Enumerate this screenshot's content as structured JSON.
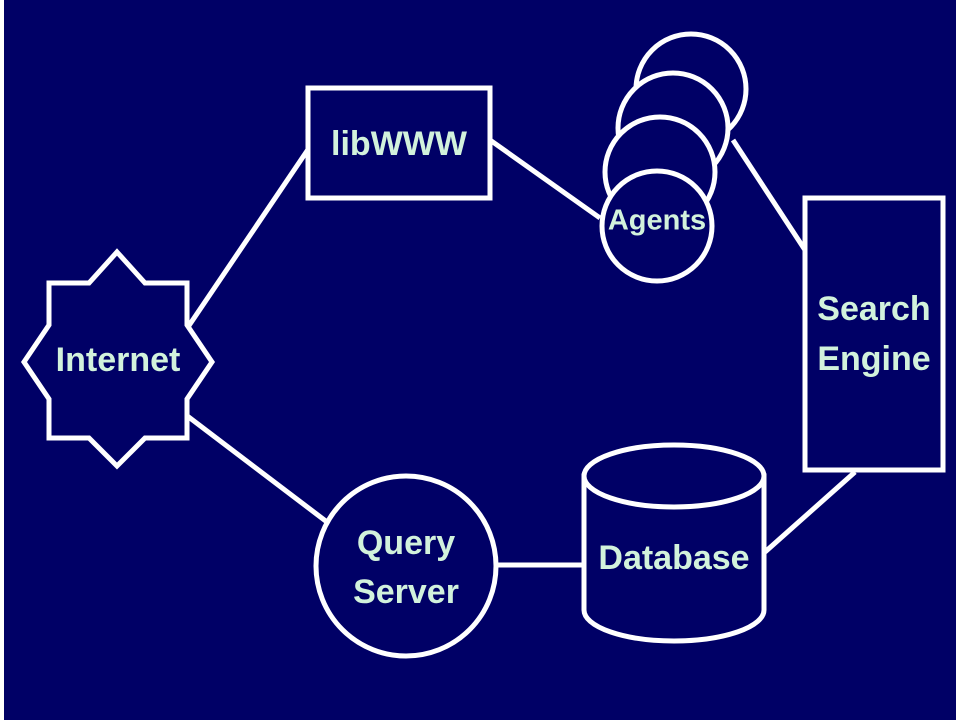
{
  "diagram": {
    "background_color": "#000066",
    "stroke_color": "#ffffff",
    "text_color": "#d2f2dc",
    "nodes": {
      "internet": {
        "label": "Internet",
        "shape": "star"
      },
      "libwww": {
        "label": "libWWW",
        "shape": "rectangle"
      },
      "agents": {
        "label": "Agents",
        "shape": "stacked-circles"
      },
      "search_engine": {
        "label_line1": "Search",
        "label_line2": "Engine",
        "shape": "rectangle"
      },
      "database": {
        "label": "Database",
        "shape": "cylinder"
      },
      "query_server": {
        "label_line1": "Query",
        "label_line2": "Server",
        "shape": "circle"
      }
    },
    "edges": [
      {
        "from": "internet",
        "to": "libwww"
      },
      {
        "from": "libwww",
        "to": "agents"
      },
      {
        "from": "agents",
        "to": "search_engine"
      },
      {
        "from": "search_engine",
        "to": "database"
      },
      {
        "from": "database",
        "to": "query_server"
      },
      {
        "from": "query_server",
        "to": "internet"
      }
    ]
  }
}
